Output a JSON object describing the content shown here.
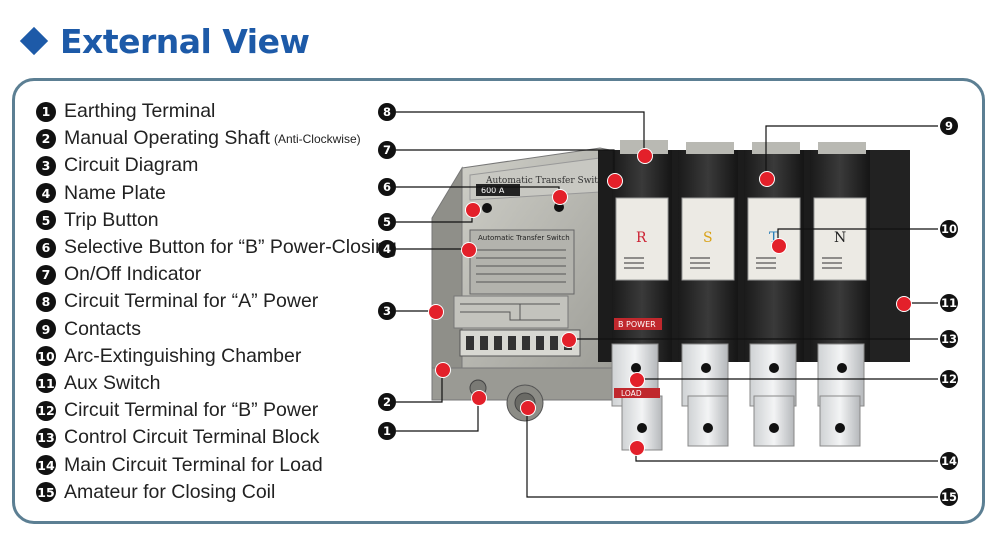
{
  "title": "External View",
  "legend": [
    {
      "num": "1",
      "label": "Earthing Terminal",
      "note": ""
    },
    {
      "num": "2",
      "label": "Manual Operating Shaft",
      "note": "(Anti-Clockwise)"
    },
    {
      "num": "3",
      "label": "Circuit Diagram",
      "note": ""
    },
    {
      "num": "4",
      "label": "Name Plate",
      "note": ""
    },
    {
      "num": "5",
      "label": "Trip Button",
      "note": ""
    },
    {
      "num": "6",
      "label": "Selective Button for “B” Power-Closing",
      "note": ""
    },
    {
      "num": "7",
      "label": "On/Off Indicator",
      "note": ""
    },
    {
      "num": "8",
      "label": "Circuit Terminal for “A” Power",
      "note": ""
    },
    {
      "num": "9",
      "label": "Contacts",
      "note": ""
    },
    {
      "num": "10",
      "label": "Arc-Extinguishing Chamber",
      "note": ""
    },
    {
      "num": "11",
      "label": "Aux Switch",
      "note": ""
    },
    {
      "num": "12",
      "label": "Circuit Terminal for “B” Power",
      "note": ""
    },
    {
      "num": "13",
      "label": "Control Circuit Terminal Block",
      "note": ""
    },
    {
      "num": "14",
      "label": "Main Circuit Terminal for Load",
      "note": ""
    },
    {
      "num": "15",
      "label": "Amateur for Closing Coil",
      "note": ""
    }
  ],
  "device": {
    "top_label": "Automatic Transfer Switch",
    "rating": "600 A",
    "plate_title": "Automatic Transfer Switch",
    "phases": [
      "R",
      "S",
      "T",
      "N"
    ],
    "b_power": "B POWER",
    "load": "LOAD"
  },
  "colors": {
    "title": "#1d5aa8",
    "frame": "#5c7f93",
    "marker": "#e3202a"
  }
}
